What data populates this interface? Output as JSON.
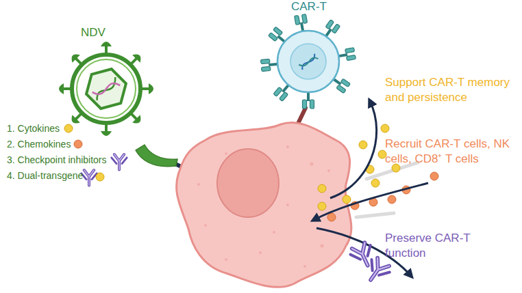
{
  "diagram": {
    "nodes": [
      {
        "text": [
          "NDV"
        ]
      },
      {
        "text": [
          "CAR-T"
        ]
      }
    ],
    "labels": [
      "1. Cytokines",
      "2. Chemokines",
      "3. Checkpoint inhibitors",
      "4. Dual-transgene",
      "Support CAR-T memory and persistence",
      "Recruit CAR-T cells, NK cells, CD8⁺ T cells",
      "Preserve CAR-T function"
    ]
  }
}
